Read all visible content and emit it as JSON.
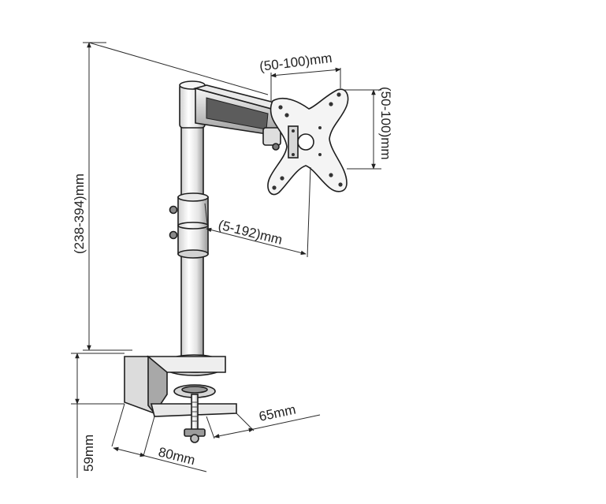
{
  "dimensions": {
    "height_range": "(238-394)mm",
    "vesa_width": "(50-100)mm",
    "vesa_height": "(50-100)mm",
    "arm_extension": "(5-192)mm",
    "clamp_width": "65mm",
    "clamp_depth": "80mm",
    "clamp_thickness": "59mm"
  },
  "colors": {
    "line": "#2a2a2a",
    "metal_light": "#efefef",
    "metal_mid": "#bdbdbd",
    "metal_dark": "#6e6e6e"
  }
}
